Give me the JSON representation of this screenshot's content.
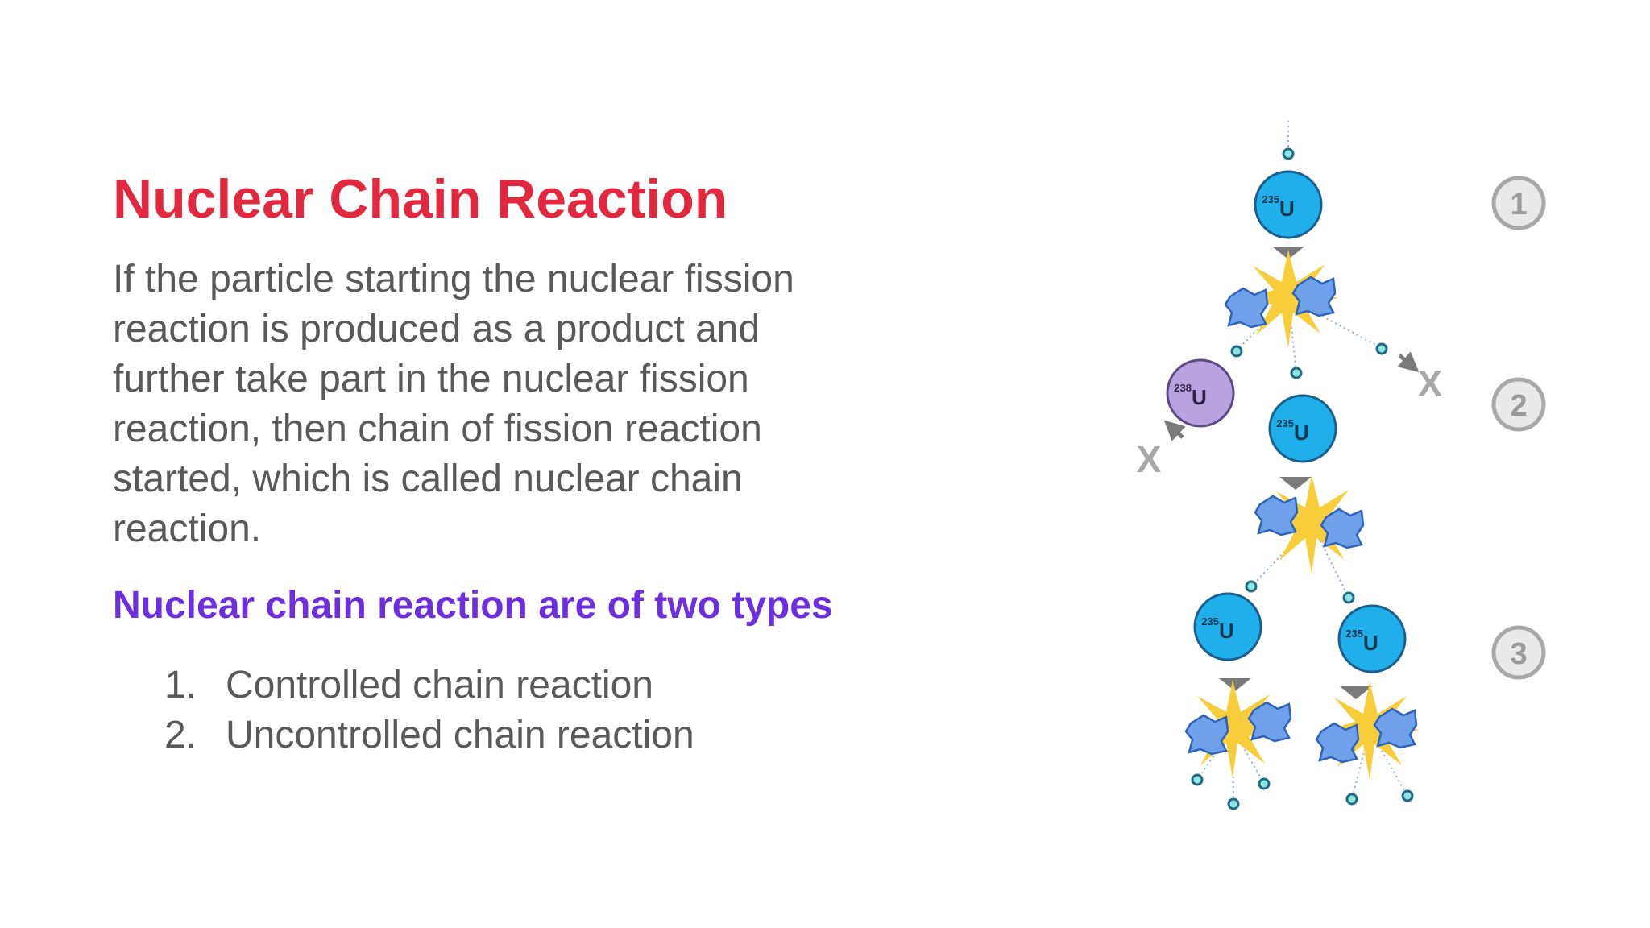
{
  "slide": {
    "title": "Nuclear Chain Reaction",
    "body_lines": [
      "If the particle starting the nuclear fission",
      "reaction is produced as a product and",
      "further take part in the nuclear fission",
      "reaction, then chain of fission reaction",
      "started, which is called nuclear chain",
      "reaction."
    ],
    "subheading": "Nuclear chain reaction are of two types",
    "types": [
      {
        "num": "1.",
        "label": "Controlled chain reaction"
      },
      {
        "num": "2.",
        "label": "Uncontrolled chain reaction"
      }
    ]
  },
  "diagram": {
    "u235_mass": "235",
    "u238_mass": "238",
    "element": "U",
    "absorbed_mark": "X",
    "generations": [
      "1",
      "2",
      "3"
    ],
    "colors": {
      "u235": "#1fb0ec",
      "u238": "#b9a3df",
      "neutron": "#8ee6df",
      "fragment": "#6fa1ea",
      "flash": "#f7cd3a",
      "arrow": "#7a7a7a",
      "marker": "#a8a8a8"
    }
  }
}
